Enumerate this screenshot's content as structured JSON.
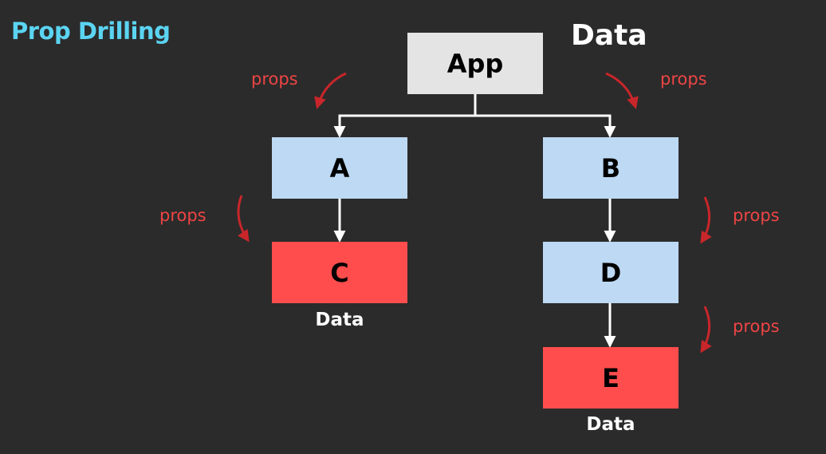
{
  "title": "Prop Drilling",
  "app_data_label": "Data",
  "nodes": {
    "app": "App",
    "a": "A",
    "b": "B",
    "c": "C",
    "d": "D",
    "e": "E"
  },
  "data_labels": {
    "c": "Data",
    "e": "Data"
  },
  "props_label": "props",
  "colors": {
    "background": "#2b2b2b",
    "title": "#5bd4f2",
    "root_node": "#e4e4e4",
    "pass_node": "#bdd9f3",
    "data_node": "#ff4d4d",
    "props_text": "#ee4444",
    "props_arrow": "#c8262a",
    "connector": "#ffffff",
    "data_text": "#ffffff"
  }
}
